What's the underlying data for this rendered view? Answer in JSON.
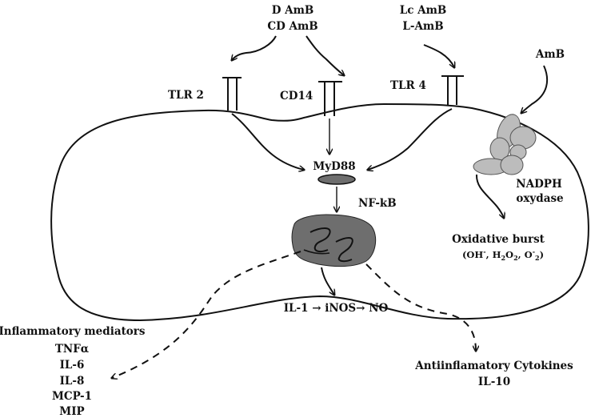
{
  "labels": {
    "d_amb": "D AmB",
    "cd_amb": "CD AmB",
    "lc_amb": "Lc AmB",
    "l_amb": "L-AmB",
    "amb": "AmB",
    "tlr2": "TLR 2",
    "cd14": "CD14",
    "tlr4": "TLR 4",
    "myd88": "MyD88",
    "nfkb": "NF-kB",
    "nadph": "NADPH",
    "oxydase": "oxydase",
    "oxidative_burst": "Oxidative burst",
    "il_pathway": "IL-1 → iNOS→ NO",
    "inflammatory_title": "Inflammatory mediators",
    "antiinflammatory_title": "Antiinflamatory Cytokines",
    "il10": "IL-10"
  },
  "ros": {
    "open": "(OH",
    "oh_sup": "-",
    "h": ", H",
    "h_sub": "2",
    "o": "O",
    "o_sub": "2",
    "comma": ", O",
    "o2_sup": "-",
    "o2_sub": "2",
    "close": ")"
  },
  "inflammatory_mediators": [
    "TNFα",
    "IL-6",
    "IL-8",
    "MCP-1",
    "MIP"
  ]
}
